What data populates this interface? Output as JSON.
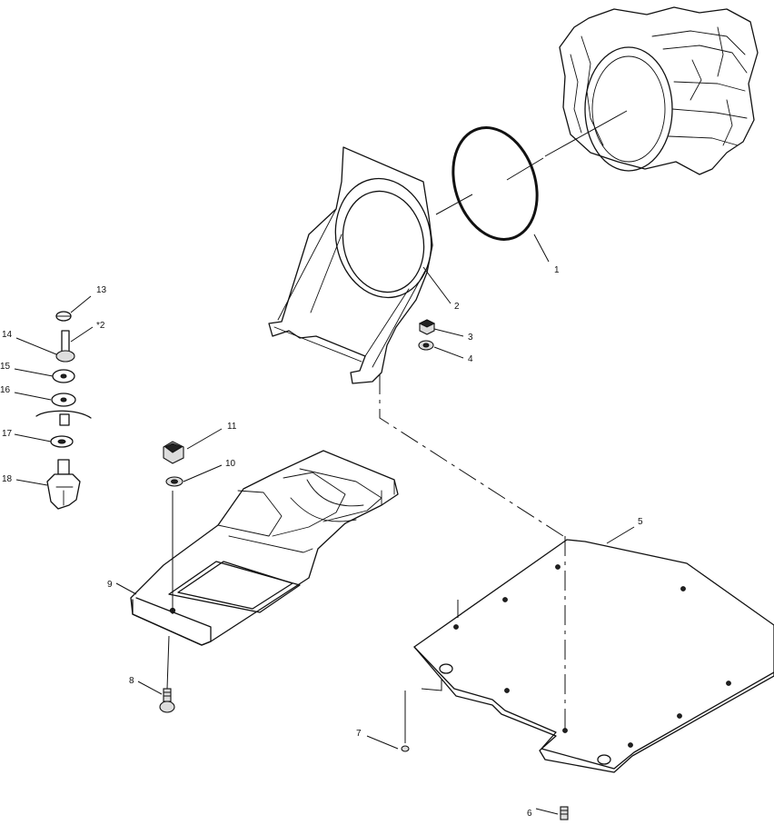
{
  "callouts": {
    "c1": "1",
    "c2": "2",
    "c3": "3",
    "c4": "4",
    "c5": "5",
    "c6": "6",
    "c7": "7",
    "c8": "8",
    "c9": "9",
    "c10": "10",
    "c11": "11",
    "c12": "*2",
    "c13": "13",
    "c14": "14",
    "c15": "15",
    "c16": "16",
    "c17": "17",
    "c18": "18"
  }
}
